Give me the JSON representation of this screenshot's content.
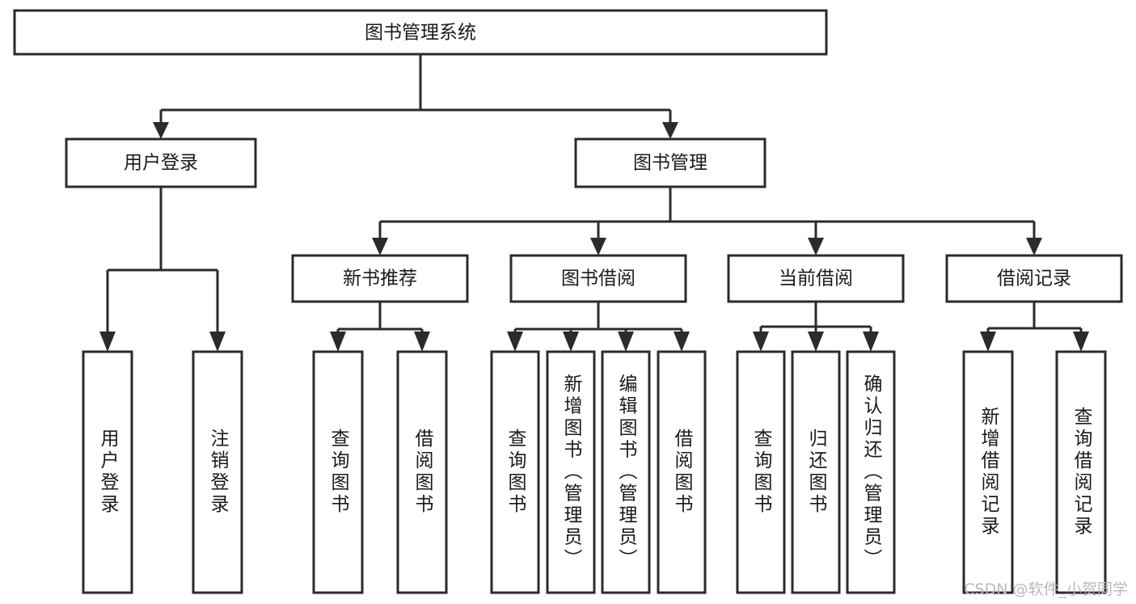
{
  "diagram": {
    "title": "图书管理系统",
    "type": "tree",
    "orientation": "top-down",
    "background_color": "#ffffff",
    "line_color": "#2b2b2b",
    "text_color": "#1a1a1a",
    "levels": 4
  },
  "root": {
    "label": "图书管理系统"
  },
  "level2": [
    {
      "label": "用户登录"
    },
    {
      "label": "图书管理"
    }
  ],
  "level3": [
    {
      "label": "新书推荐"
    },
    {
      "label": "图书借阅"
    },
    {
      "label": "当前借阅"
    },
    {
      "label": "借阅记录"
    }
  ],
  "leaves": {
    "user_login": [
      {
        "label": "用户登录"
      },
      {
        "label": "注销登录"
      }
    ],
    "new_book_recommend": [
      {
        "label": "查询图书"
      },
      {
        "label": "借阅图书"
      }
    ],
    "book_borrow": [
      {
        "label": "查询图书"
      },
      {
        "label": "新增图书（管理员）"
      },
      {
        "label": "编辑图书（管理员）"
      },
      {
        "label": "借阅图书"
      }
    ],
    "current_borrow": [
      {
        "label": "查询图书"
      },
      {
        "label": "归还图书"
      },
      {
        "label": "确认归还（管理员）"
      }
    ],
    "borrow_record": [
      {
        "label": "新增借阅记录"
      },
      {
        "label": "查询借阅记录"
      }
    ]
  },
  "watermark": {
    "label": "CSDN @软件_小贺同学"
  }
}
